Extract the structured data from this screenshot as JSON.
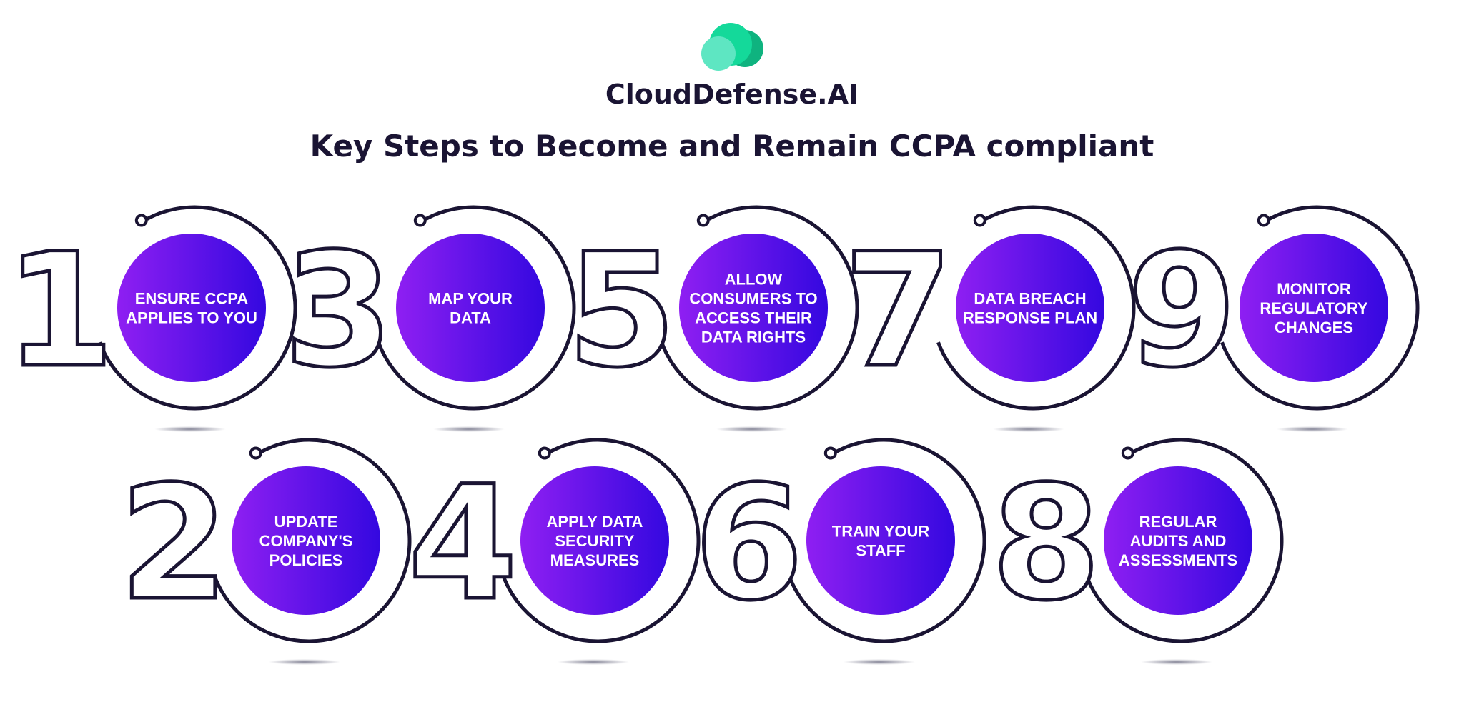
{
  "brand": {
    "name": "CloudDefense.AI"
  },
  "title": "Key Steps to Become and Remain CCPA compliant",
  "colors": {
    "dark": "#1a1433",
    "grad_start": "#8f1ff2",
    "grad_end": "#3408e0",
    "logo_light": "#5ee6c2",
    "logo_mid": "#14d99a",
    "logo_dark": "#0fb37f"
  },
  "steps": [
    {
      "number": "1",
      "lines": [
        "ENSURE CCPA",
        "APPLIES TO YOU"
      ]
    },
    {
      "number": "2",
      "lines": [
        "UPDATE",
        "COMPANY'S",
        "POLICIES"
      ]
    },
    {
      "number": "3",
      "lines": [
        "MAP YOUR",
        "DATA"
      ]
    },
    {
      "number": "4",
      "lines": [
        "APPLY DATA",
        "SECURITY",
        "MEASURES"
      ]
    },
    {
      "number": "5",
      "lines": [
        "ALLOW",
        "CONSUMERS TO",
        "ACCESS THEIR",
        "DATA RIGHTS"
      ]
    },
    {
      "number": "6",
      "lines": [
        "TRAIN YOUR",
        "STAFF"
      ]
    },
    {
      "number": "7",
      "lines": [
        "DATA BREACH",
        "RESPONSE PLAN"
      ]
    },
    {
      "number": "8",
      "lines": [
        "REGULAR",
        "AUDITS AND",
        "ASSESSMENTS"
      ]
    },
    {
      "number": "9",
      "lines": [
        "MONITOR",
        "REGULATORY",
        "CHANGES"
      ]
    }
  ]
}
